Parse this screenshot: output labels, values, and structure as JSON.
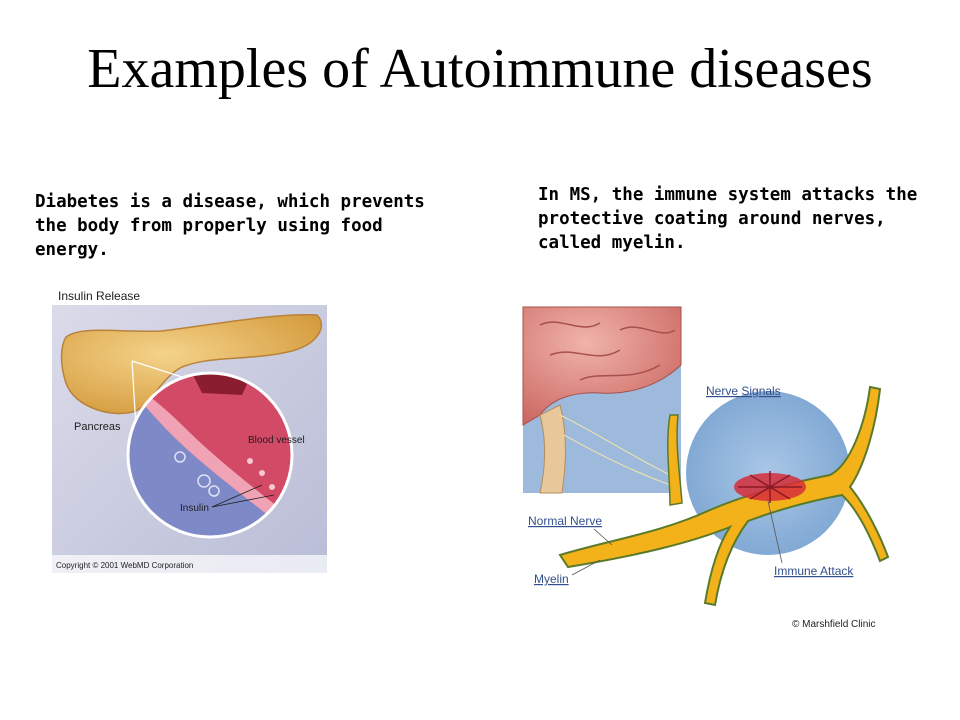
{
  "slide": {
    "title": "Examples of Autoimmune diseases"
  },
  "left": {
    "caption": "Diabetes is a disease, which prevents the body from properly using food energy.",
    "figure": {
      "heading": "Insulin Release",
      "label_pancreas": "Pancreas",
      "label_blood_vessel": "Blood vessel",
      "label_insulin": "Insulin",
      "copyright": "Copyright © 2001 WebMD Corporation"
    }
  },
  "right": {
    "caption": "In MS, the immune system attacks the protective coating around nerves, called myelin.",
    "figure": {
      "label_nerve_signals": "Nerve Signals",
      "label_normal_nerve": "Normal Nerve",
      "label_myelin": "Myelin",
      "label_immune_attack": "Immune Attack",
      "copyright": "© Marshfield Clinic"
    }
  },
  "colors": {
    "pancreas": "#e6b35c",
    "vessel": "#cc3d5a",
    "brain": "#d8807a",
    "nerve": "#f3b21a",
    "label_link": "#34508c"
  }
}
